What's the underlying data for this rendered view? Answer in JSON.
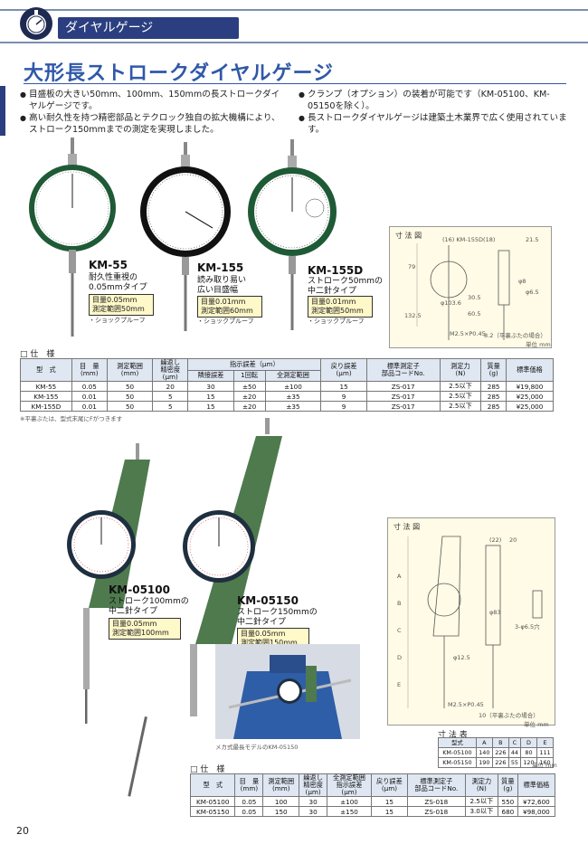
{
  "header": {
    "section": "ダイヤルゲージ",
    "logo_icon": "dial-gauge-icon"
  },
  "page_title": "大形長ストロークダイヤルゲージ",
  "bullets_left": [
    "目盛板の大きい50mm、100mm、150mmの長ストロークダイヤルゲージです。",
    "高い耐久性を持つ精密部品とテクロック独自の拡大機構により、ストローク150mmまでの測定を実現しました。"
  ],
  "bullets_right": [
    "クランプ（オプション）の装着が可能です（KM-05100、KM-05150を除く）。",
    "長ストロークダイヤルゲージは建築土木業界で広く使用されています。"
  ],
  "gauges_top": [
    {
      "model": "KM-55",
      "desc": [
        "耐久性重視の",
        "0.05mmタイプ"
      ],
      "spec": [
        "目量0.05mm",
        "測定範囲50mm"
      ],
      "shock": "・ショックプルーフ",
      "bezel": "#1f5a36"
    },
    {
      "model": "KM-155",
      "desc": [
        "読み取り易い",
        "広い目盛幅"
      ],
      "spec": [
        "目量0.01mm",
        "測定範囲60mm"
      ],
      "shock": "・ショックプルーフ",
      "bezel": "#111111"
    },
    {
      "model": "KM-155D",
      "desc": [
        "ストローク50mmの",
        "中二針タイプ"
      ],
      "spec": [
        "目量0.01mm",
        "測定範囲50mm"
      ],
      "shock": "・ショックプルーフ",
      "bezel": "#1f5a36"
    }
  ],
  "gauges_bottom": [
    {
      "model": "KM-05100",
      "desc": [
        "ストローク100mmの",
        "中二針タイプ"
      ],
      "spec": [
        "目量0.05mm",
        "測定範囲100mm"
      ]
    },
    {
      "model": "KM-05150",
      "desc": [
        "ストローク150mmの",
        "中二針タイプ"
      ],
      "spec": [
        "目量0.05mm",
        "測定範囲150mm"
      ]
    }
  ],
  "photo_caption": "メカ式最長モデルのKM-05150",
  "dim_labels": {
    "top": "寸 法 図",
    "top_unit": "単位 mm",
    "bottom": "寸 法 図",
    "bottom_unit": "単位 mm"
  },
  "dim_top_values": [
    "(16) KM-155D(18)",
    "21.5",
    "79",
    "φ103.6",
    "φ8",
    "132.5",
    "60.5",
    "30.5",
    "φ6.5",
    "M2.5×P0.45",
    "8.2（平裏ぶたの場合）"
  ],
  "dim_bottom_values": [
    "(22)",
    "20",
    "A",
    "B",
    "C",
    "D",
    "E",
    "φ83",
    "φ12.5",
    "3-φ6.5穴",
    "M2.5×P0.45",
    "10（平裏ぶたの場合）"
  ],
  "spec_table1": {
    "heading": "□ 仕　様",
    "headers": [
      "型　式",
      "目　量\n(mm)",
      "測定範囲\n(mm)",
      "繰返し\n精密度\n(μm)",
      "指示誤差（μm）",
      "戻り誤差\n(μm)",
      "標準測定子\n部品コードNo.",
      "測定力\n(N)",
      "質量\n(g)",
      "標準価格"
    ],
    "subheaders": [
      "隣接誤差",
      "1回転",
      "全測定範囲"
    ],
    "rows": [
      [
        "KM-55",
        "0.05",
        "50",
        "20",
        "30",
        "±50",
        "±100",
        "15",
        "ZS-017",
        "2.5以下",
        "285",
        "¥19,800"
      ],
      [
        "KM-155",
        "0.01",
        "50",
        "5",
        "15",
        "±20",
        "±35",
        "9",
        "ZS-017",
        "2.5以下",
        "285",
        "¥25,000"
      ],
      [
        "KM-155D",
        "0.01",
        "50",
        "5",
        "15",
        "±20",
        "±35",
        "9",
        "ZS-017",
        "2.5以下",
        "285",
        "¥25,000"
      ]
    ],
    "note": "※平裏ぶたは、型式末尾にFがつきます"
  },
  "dim_table": {
    "heading": "寸 法 表",
    "headers": [
      "型式",
      "A",
      "B",
      "C",
      "D",
      "E"
    ],
    "rows": [
      [
        "KM-05100",
        "140",
        "226",
        "44",
        "80",
        "111"
      ],
      [
        "KM-05150",
        "190",
        "226",
        "55",
        "120",
        "160"
      ]
    ],
    "unit": "単位 mm"
  },
  "spec_table2": {
    "heading": "□ 仕　様",
    "headers": [
      "型　式",
      "目　量\n(mm)",
      "測定範囲\n(mm)",
      "繰返し\n精密度\n(μm)",
      "全測定範囲\n指示誤差\n(μm)",
      "戻り誤差\n(μm)",
      "標準測定子\n部品コードNo.",
      "測定力\n(N)",
      "質量\n(g)",
      "標準価格"
    ],
    "rows": [
      [
        "KM-05100",
        "0.05",
        "100",
        "30",
        "±100",
        "15",
        "ZS-018",
        "2.5以下",
        "550",
        "¥72,600"
      ],
      [
        "KM-05150",
        "0.05",
        "150",
        "30",
        "±150",
        "15",
        "ZS-018",
        "3.0以下",
        "680",
        "¥98,000"
      ]
    ]
  },
  "page_number": "20"
}
